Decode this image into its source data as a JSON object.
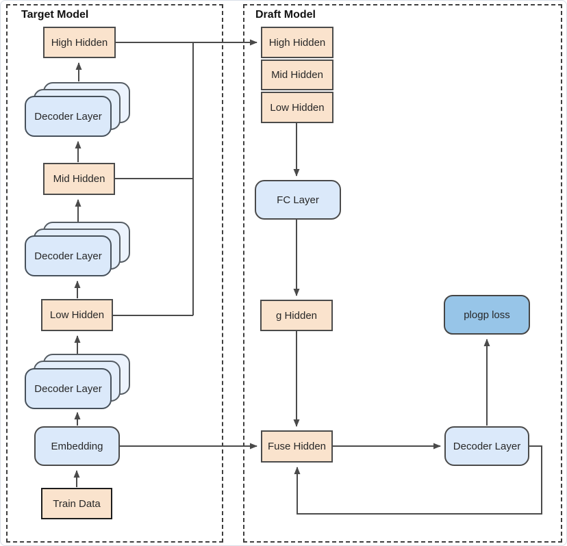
{
  "diagram": {
    "type": "model-architecture-flow",
    "colors": {
      "hidden_box_fill": "#fae3cd",
      "layer_box_fill": "#dbe9fa",
      "loss_box_fill": "#97c5e8",
      "box_border": "#4a4a4a",
      "train_data_border": "#1c1c1c",
      "dashed_group_border": "#3d3d3d",
      "arrow": "#4a4a4a",
      "background": "#ffffff"
    }
  },
  "target_model": {
    "title": "Target Model",
    "high_hidden": "High Hidden",
    "mid_hidden": "Mid Hidden",
    "low_hidden": "Low Hidden",
    "decoder_layer": "Decoder Layer",
    "embedding": "Embedding",
    "train_data": "Train Data"
  },
  "draft_model": {
    "title": "Draft Model",
    "stack": [
      "High Hidden",
      "Mid Hidden",
      "Low Hidden"
    ],
    "fc_layer": "FC Layer",
    "g_hidden": "g Hidden",
    "fuse_hidden": "Fuse Hidden",
    "decoder_layer": "Decoder Layer",
    "plogp_loss": "plogp loss"
  }
}
